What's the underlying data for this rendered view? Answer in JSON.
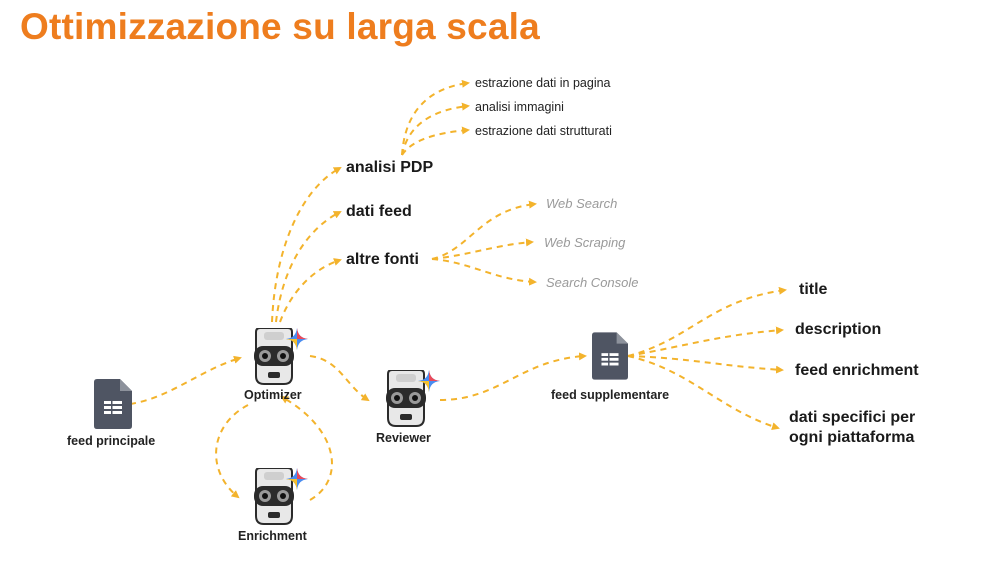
{
  "title": "Ottimizzazione su larga scala",
  "colors": {
    "title": "#ee7d1e",
    "arrow": "#f3b32c",
    "doc": "#4f5563",
    "robot_dark": "#2b2b2b"
  },
  "icons": {
    "document": "spreadsheet-document-icon",
    "robot": "robot-agent-icon",
    "sparkle": "gemini-sparkle-icon"
  },
  "nodes": {
    "feed_principale": "feed principale",
    "optimizer": "Optimizer",
    "reviewer": "Reviewer",
    "enrichment": "Enrichment",
    "feed_supplementare": "feed supplementare"
  },
  "sources": {
    "analisi_pdp": "analisi PDP",
    "dati_feed": "dati feed",
    "altre_fonti": "altre fonti"
  },
  "pdp_items": [
    "estrazione dati in pagina",
    "analisi immagini",
    "estrazione dati strutturati"
  ],
  "other_sources": [
    "Web Search",
    "Web Scraping",
    "Search Console"
  ],
  "outputs": [
    "title",
    "description",
    "feed enrichment",
    "dati specifici per ogni piattaforma"
  ]
}
